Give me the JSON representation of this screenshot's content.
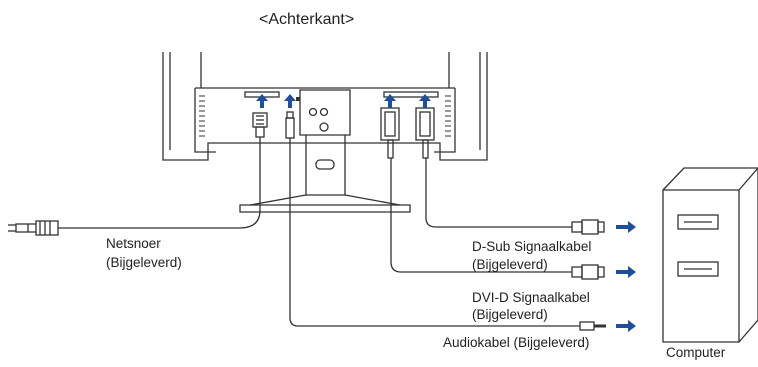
{
  "title": "<Achterkant>",
  "labels": {
    "power_cable": "Netsnoer",
    "power_cable_note": "(Bijgeleverd)",
    "dsub_cable": "D-Sub Signaalkabel",
    "dsub_cable_note": "(Bijgeleverd)",
    "dvid_cable": "DVI-D Signaalkabel",
    "dvid_cable_note": "(Bijgeleverd)",
    "audio_cable": "Audiokabel (Bijgeleverd)",
    "computer": "Computer"
  },
  "colors": {
    "line": "#333333",
    "arrow": "#1f4e9c",
    "fill": "#ffffff"
  }
}
